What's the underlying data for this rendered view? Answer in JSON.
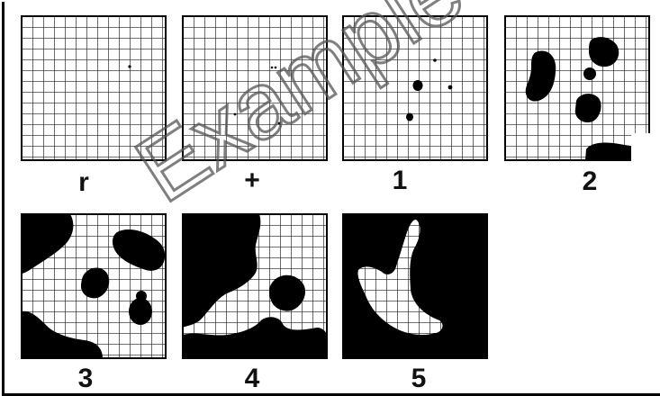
{
  "panels": [
    {
      "id": "r",
      "label": "r"
    },
    {
      "id": "plus",
      "label": "+"
    },
    {
      "id": "1",
      "label": "1"
    },
    {
      "id": "2",
      "label": "2"
    },
    {
      "id": "3",
      "label": "3"
    },
    {
      "id": "4",
      "label": "4"
    },
    {
      "id": "5",
      "label": "5"
    }
  ],
  "watermark": "Example",
  "colors": {
    "ink": "#000000",
    "grid": "#1a1a1a",
    "background": "#ffffff",
    "watermark_stroke": "#555555"
  }
}
